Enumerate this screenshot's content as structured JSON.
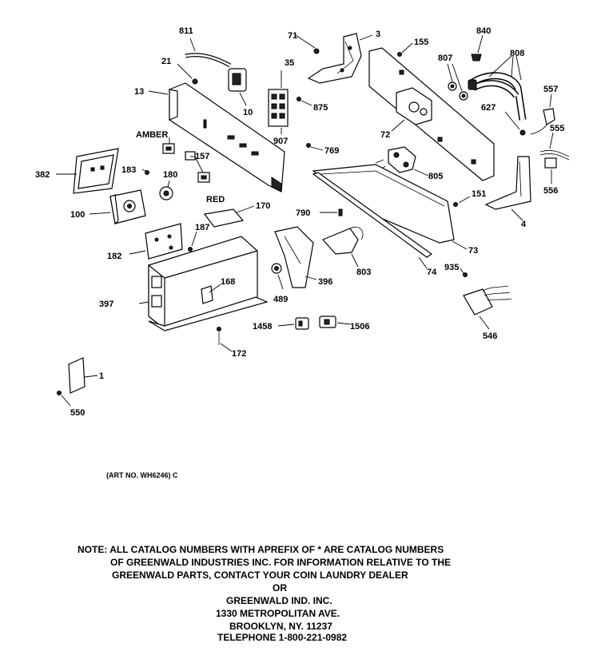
{
  "labels": {
    "p811": "811",
    "p71": "71",
    "p3": "3",
    "p155": "155",
    "p840": "840",
    "p808": "808",
    "p807": "807",
    "p21": "21",
    "p35": "35",
    "p13": "13",
    "p10": "10",
    "p875": "875",
    "p72": "72",
    "p627": "627",
    "p557": "557",
    "p555": "555",
    "amber": "AMBER",
    "p157": "157",
    "p907": "907",
    "p769": "769",
    "p382": "382",
    "p183": "183",
    "p180": "180",
    "p805": "805",
    "p556": "556",
    "red": "RED",
    "p151": "151",
    "p100": "100",
    "p170": "170",
    "p790": "790",
    "p4": "4",
    "p187": "187",
    "p73": "73",
    "p182": "182",
    "p74": "74",
    "p935": "935",
    "p803": "803",
    "p168": "168",
    "p396": "396",
    "p397": "397",
    "p489": "489",
    "p1458": "1458",
    "p1506": "1506",
    "p546": "546",
    "p172": "172",
    "p1": "1",
    "p550": "550"
  },
  "art_no": "(ART NO. WH6246) C",
  "note": {
    "line1": "NOTE: ALL CATALOG NUMBERS WITH APREFIX OF * ARE CATALOG NUMBERS",
    "line2": "OF GREENWALD INDUSTRIES INC. FOR INFORMATION RELATIVE TO THE",
    "line3": "GREENWALD PARTS, CONTACT YOUR COIN LAUNDRY DEALER",
    "line4": "OR",
    "line5": "GREENWALD IND. INC.",
    "line6": "1330 METROPOLITAN AVE.",
    "line7": "BROOKLYN, NY. 11237",
    "line8": "TELEPHONE 1-800-221-0982"
  }
}
